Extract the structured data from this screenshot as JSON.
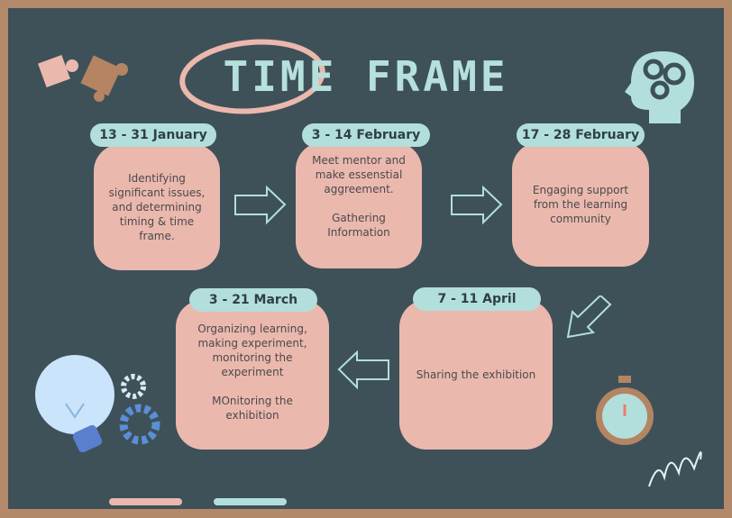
{
  "title": "TIME FRAME",
  "steps": [
    {
      "date": "13 - 31 January",
      "text": "Identifying\nsignificant issues,\nand determining\ntiming & time\nframe."
    },
    {
      "date": "3 - 14 February",
      "text": "Meet mentor and\nmake essenstial\naggreement.\n\nGathering\nInformation"
    },
    {
      "date": "17 - 28 February",
      "text": "Engaging support\nfrom the learning\ncommunity"
    },
    {
      "date": "7 - 11 April",
      "text": "Sharing the exhibition"
    },
    {
      "date": "3 - 21 March",
      "text": "Organizing learning,\nmaking experiment,\nmonitoring the\nexperiment\n\nMOnitoring the\nexhibition"
    }
  ],
  "colors": {
    "board": "#3e5159",
    "frame": "#b3896a",
    "box": "#ebb8ae",
    "pill": "#b2dfdb",
    "title": "#b6e0dc"
  }
}
